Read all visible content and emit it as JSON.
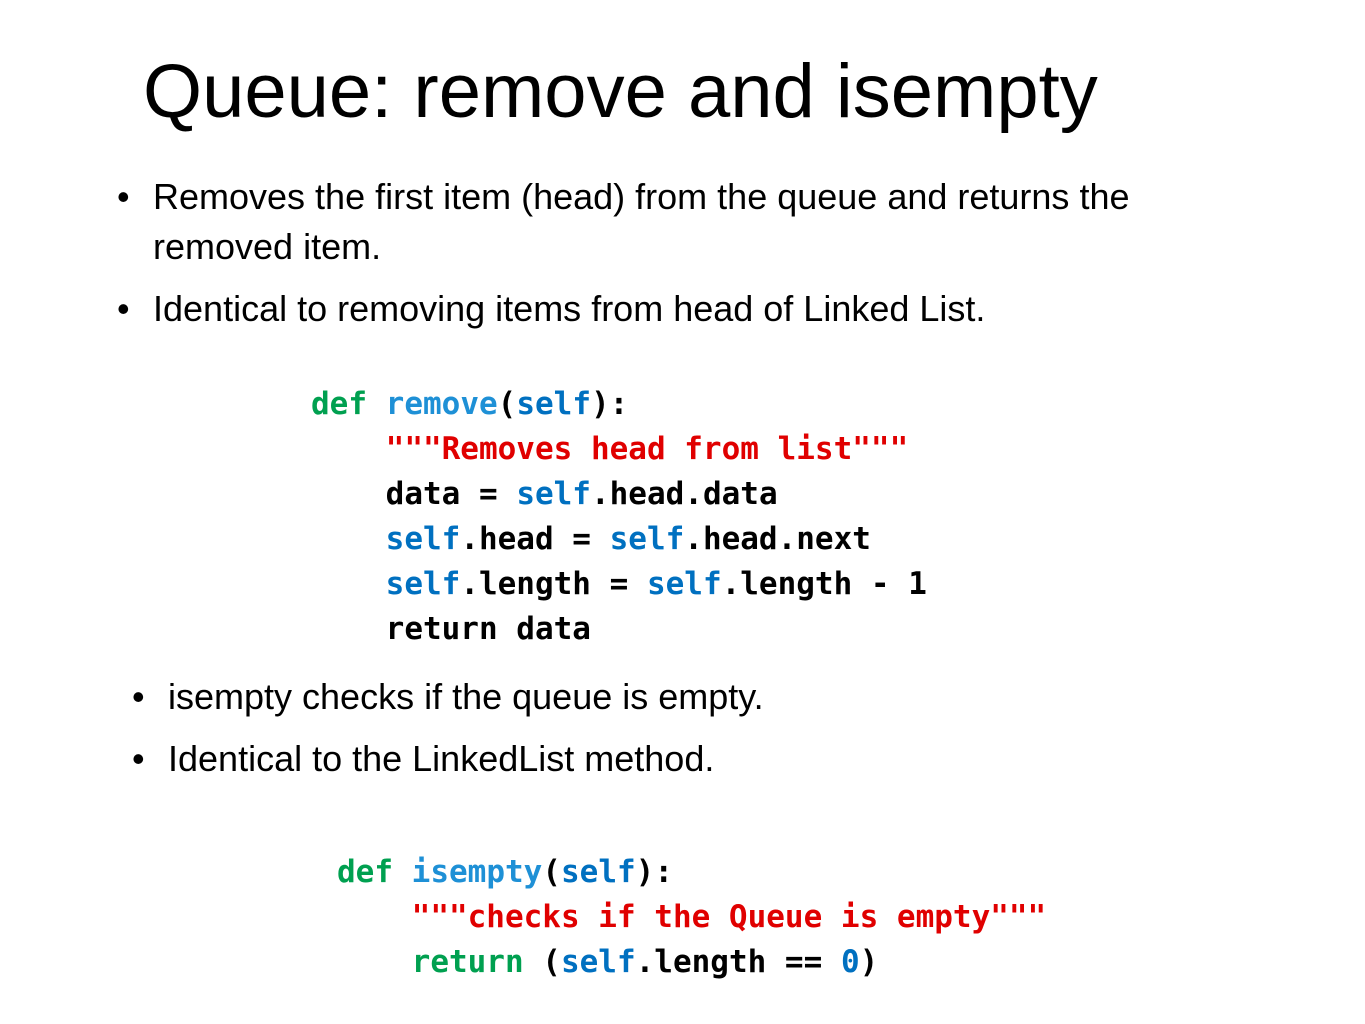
{
  "slide": {
    "title": "Queue: remove and isempty",
    "bullets_top": [
      "Removes the first item (head) from the queue and returns the removed item.",
      "Identical to removing items from head of Linked List."
    ],
    "code_remove": {
      "kw_def": "def",
      "fn_name": "remove",
      "param": "self",
      "docstring": "\"\"\"Removes head from list\"\"\"",
      "line_data_lhs": "data = ",
      "line_data_self": "self",
      "line_data_rest": ".head.data",
      "line_head_self1": "self",
      "line_head_mid": ".head = ",
      "line_head_self2": "self",
      "line_head_rest": ".head.next",
      "line_len_self1": "self",
      "line_len_mid": ".length = ",
      "line_len_self2": "self",
      "line_len_rest": ".length - 1",
      "line_return": "return data"
    },
    "bullets_bottom": [
      "isempty checks if the queue is empty.",
      "Identical to the LinkedList method."
    ],
    "code_isempty": {
      "kw_def": "def",
      "fn_name": "isempty",
      "param": "self",
      "docstring": "\"\"\"checks if the Queue is empty\"\"\"",
      "kw_return": "return",
      "self": "self",
      "rest": ".length == ",
      "zero": "0"
    },
    "colors": {
      "keyword": "#00A050",
      "function": "#1E90D6",
      "self": "#0070C0",
      "string": "#E00000"
    }
  }
}
